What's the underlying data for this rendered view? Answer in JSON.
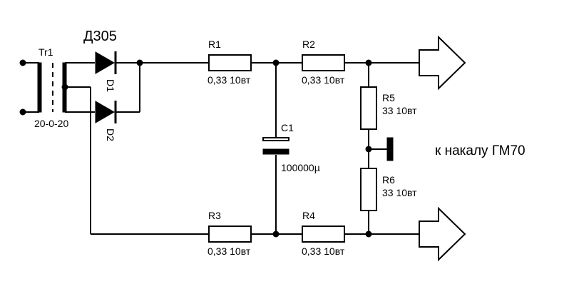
{
  "diagram": {
    "transformer": {
      "ref": "Tr1",
      "rating": "20-0-20"
    },
    "diodes": {
      "part": "Д305",
      "d1": "D1",
      "d2": "D2"
    },
    "resistors": {
      "r1": {
        "ref": "R1",
        "value": "0,33 10вт"
      },
      "r2": {
        "ref": "R2",
        "value": "0,33 10вт"
      },
      "r3": {
        "ref": "R3",
        "value": "0,33 10вт"
      },
      "r4": {
        "ref": "R4",
        "value": "0,33 10вт"
      },
      "r5": {
        "ref": "R5",
        "value": "33 10вт"
      },
      "r6": {
        "ref": "R6",
        "value": "33 10вт"
      }
    },
    "capacitor": {
      "ref": "C1",
      "value": "100000µ"
    },
    "output_note": "к накалу ГМ70"
  }
}
